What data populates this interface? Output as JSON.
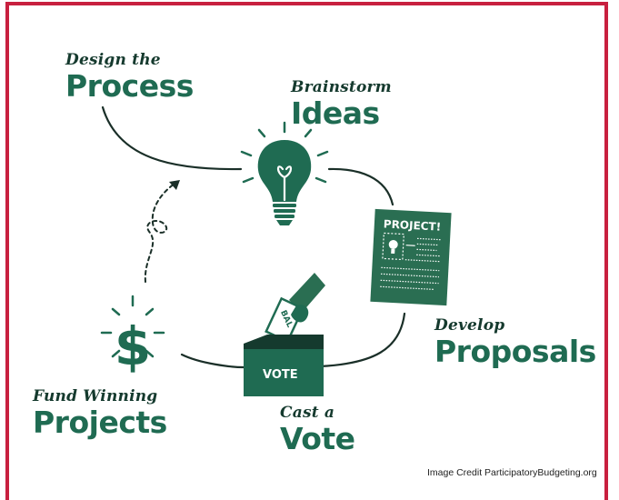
{
  "stages": {
    "design": {
      "line1": "Design the",
      "line2": "Process"
    },
    "brainstorm": {
      "line1": "Brainstorm",
      "line2": "Ideas"
    },
    "develop": {
      "line1": "Develop",
      "line2": "Proposals"
    },
    "vote": {
      "line1": "Cast a",
      "line2": "Vote"
    },
    "fund": {
      "line1": "Fund Winning",
      "line2": "Projects"
    }
  },
  "icons": {
    "lightbulb": "lightbulb-icon",
    "poster": "project-poster-icon",
    "ballot_box": "ballot-box-icon",
    "dollar": "dollar-icon",
    "arrow": "dashed-arrow-icon"
  },
  "poster_title": "PROJECT!",
  "ballot_text": "VOTE",
  "ballot_paper_text": "BAL",
  "credit": "Image Credit ParticipatoryBudgeting.org",
  "colors": {
    "frame": "#c8203f",
    "green": "#1f6b52",
    "dark_green": "#153a2e",
    "line": "#1a2f28"
  }
}
